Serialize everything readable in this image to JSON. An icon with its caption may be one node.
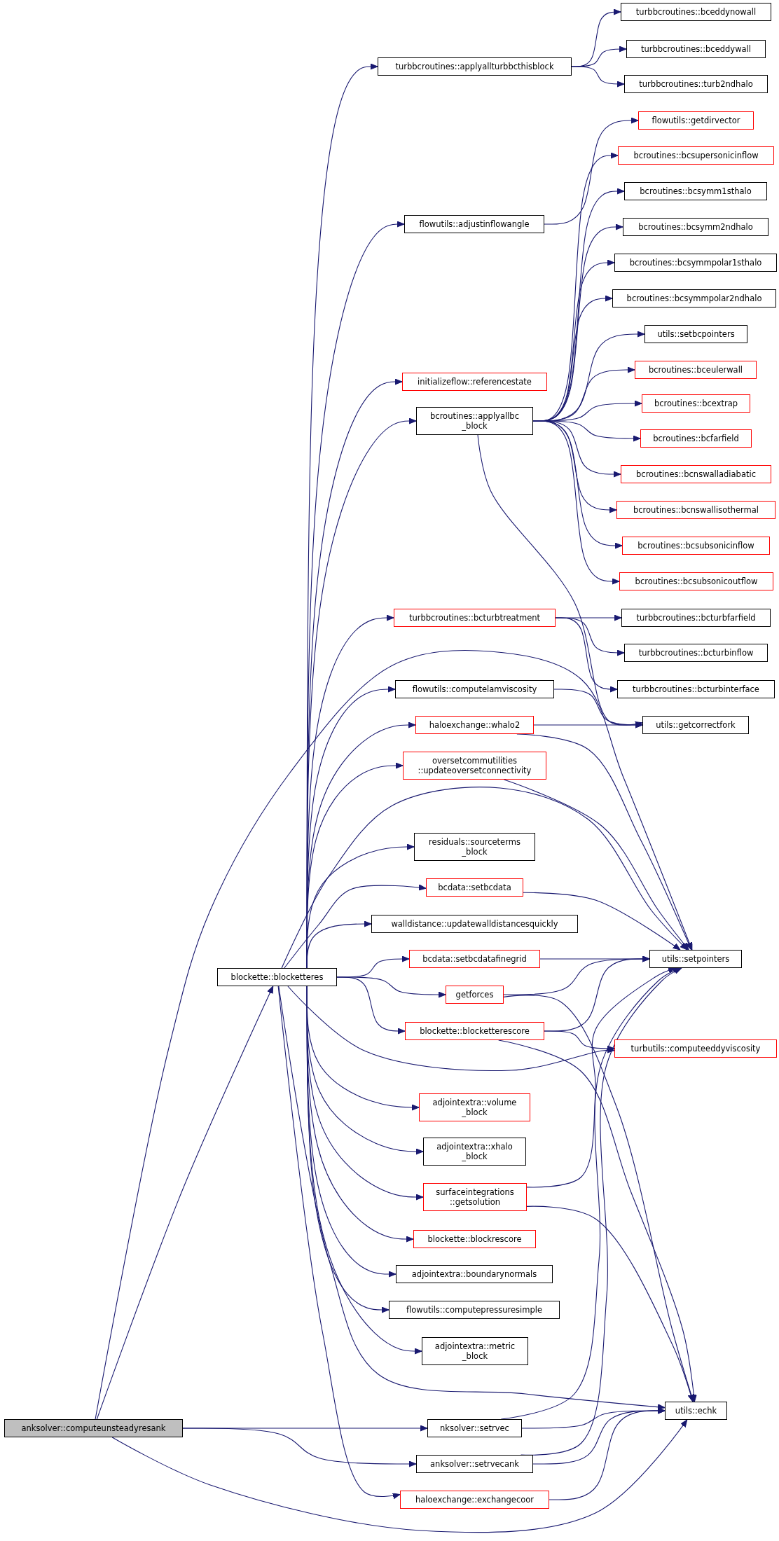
{
  "diagram": {
    "nodes": [
      {
        "text": [
          "anksolver::computeunsteadyresank"
        ]
      },
      {
        "text": [
          "blockette::blocketteres"
        ]
      },
      {
        "text": [
          "turbbcroutines::applyallturbbcthisblock"
        ]
      },
      {
        "text": [
          "turbbcroutines::bceddynowall"
        ]
      },
      {
        "text": [
          "turbbcroutines::bceddywall"
        ]
      },
      {
        "text": [
          "turbbcroutines::turb2ndhalo"
        ]
      },
      {
        "text": [
          "flowutils::adjustinflowangle"
        ]
      },
      {
        "text": [
          "flowutils::getdirvector"
        ]
      },
      {
        "text": [
          "initializeflow::referencestate"
        ]
      },
      {
        "text": [
          "bcroutines::applyallbc _block"
        ]
      },
      {
        "text": [
          "bcroutines::bcsupersonicinflow"
        ]
      },
      {
        "text": [
          "bcroutines::bcsymm1sthalo"
        ]
      },
      {
        "text": [
          "bcroutines::bcsymm2ndhalo"
        ]
      },
      {
        "text": [
          "bcroutines::bcsymmpolar1sthalo"
        ]
      },
      {
        "text": [
          "bcroutines::bcsymmpolar2ndhalo"
        ]
      },
      {
        "text": [
          "utils::setbcpointers"
        ]
      },
      {
        "text": [
          "bcroutines::bceulerwall"
        ]
      },
      {
        "text": [
          "bcroutines::bcextrap"
        ]
      },
      {
        "text": [
          "bcroutines::bcfarfield"
        ]
      },
      {
        "text": [
          "bcroutines::bcnswalladiabatic"
        ]
      },
      {
        "text": [
          "bcroutines::bcnswallisothermal"
        ]
      },
      {
        "text": [
          "bcroutines::bcsubsonicinflow"
        ]
      },
      {
        "text": [
          "bcroutines::bcsubsonicoutflow"
        ]
      },
      {
        "text": [
          "turbbcroutines::bcturbtreatment"
        ]
      },
      {
        "text": [
          "turbbcroutines::bcturbfarfield"
        ]
      },
      {
        "text": [
          "turbbcroutines::bcturbinflow"
        ]
      },
      {
        "text": [
          "turbbcroutines::bcturbinterface"
        ]
      },
      {
        "text": [
          "flowutils::computelamviscosity"
        ]
      },
      {
        "text": [
          "utils::getcorrectfork"
        ]
      },
      {
        "text": [
          "haloexchange::whalo2"
        ]
      },
      {
        "text": [
          "oversetcommutilities ::updateoversetconnectivity"
        ]
      },
      {
        "text": [
          "residuals::sourceterms _block"
        ]
      },
      {
        "text": [
          "bcdata::setbcdata"
        ]
      },
      {
        "text": [
          "walldistance::updatewalldistancesquickly"
        ]
      },
      {
        "text": [
          "bcdata::setbcdatafinegrid"
        ]
      },
      {
        "text": [
          "utils::setpointers"
        ]
      },
      {
        "text": [
          "getforces"
        ]
      },
      {
        "text": [
          "blockette::blocketterescore"
        ]
      },
      {
        "text": [
          "turbutils::computeeddyviscosity"
        ]
      },
      {
        "text": [
          "adjointextra::volume _block"
        ]
      },
      {
        "text": [
          "adjointextra::xhalo _block"
        ]
      },
      {
        "text": [
          "surfaceintegrations ::getsolution"
        ]
      },
      {
        "text": [
          "blockette::blockrescore"
        ]
      },
      {
        "text": [
          "adjointextra::boundarynormals"
        ]
      },
      {
        "text": [
          "flowutils::computepressuresimple"
        ]
      },
      {
        "text": [
          "adjointextra::metric _block"
        ]
      },
      {
        "text": [
          "utils::echk"
        ]
      },
      {
        "text": [
          "nksolver::setrvec"
        ]
      },
      {
        "text": [
          "anksolver::setrvecank"
        ]
      },
      {
        "text": [
          "haloexchange::exchangecoor"
        ]
      }
    ],
    "edges": [
      {
        "from": 0,
        "to": 1,
        "arrow": "to"
      },
      {
        "from": 0,
        "to": 35,
        "arrow": "to"
      },
      {
        "from": 0,
        "to": 47,
        "arrow": "to"
      },
      {
        "from": 0,
        "to": 48,
        "arrow": "to"
      },
      {
        "from": 0,
        "to": 46,
        "arrow": "to"
      },
      {
        "from": 1,
        "to": 2,
        "arrow": "to"
      },
      {
        "from": 1,
        "to": 6,
        "arrow": "to"
      },
      {
        "from": 1,
        "to": 8,
        "arrow": "to"
      },
      {
        "from": 1,
        "to": 9,
        "arrow": "to"
      },
      {
        "from": 1,
        "to": 23,
        "arrow": "to"
      },
      {
        "from": 1,
        "to": 35,
        "arrow": "to"
      },
      {
        "from": 1,
        "to": 27,
        "arrow": "to"
      },
      {
        "from": 1,
        "to": 29,
        "arrow": "to"
      },
      {
        "from": 1,
        "to": 30,
        "arrow": "to"
      },
      {
        "from": 1,
        "to": 31,
        "arrow": "to"
      },
      {
        "from": 1,
        "to": 32,
        "arrow": "to"
      },
      {
        "from": 1,
        "to": 33,
        "arrow": "to"
      },
      {
        "from": 1,
        "to": 34,
        "arrow": "to"
      },
      {
        "from": 1,
        "to": 36,
        "arrow": "to"
      },
      {
        "from": 1,
        "to": 37,
        "arrow": "to"
      },
      {
        "from": 1,
        "to": 38,
        "arrow": "to"
      },
      {
        "from": 1,
        "to": 39,
        "arrow": "to"
      },
      {
        "from": 1,
        "to": 40,
        "arrow": "to"
      },
      {
        "from": 1,
        "to": 41,
        "arrow": "to"
      },
      {
        "from": 1,
        "to": 42,
        "arrow": "to"
      },
      {
        "from": 1,
        "to": 43,
        "arrow": "to"
      },
      {
        "from": 1,
        "to": 44,
        "arrow": "to"
      },
      {
        "from": 1,
        "to": 45,
        "arrow": "to"
      },
      {
        "from": 1,
        "to": 46,
        "arrow": "to"
      },
      {
        "from": 1,
        "to": 49,
        "arrow": "to"
      },
      {
        "from": 2,
        "to": 3,
        "arrow": "to"
      },
      {
        "from": 2,
        "to": 4,
        "arrow": "to"
      },
      {
        "from": 2,
        "to": 5,
        "arrow": "to"
      },
      {
        "from": 6,
        "to": 7,
        "arrow": "to"
      },
      {
        "from": 9,
        "to": 10,
        "arrow": "to"
      },
      {
        "from": 9,
        "to": 11,
        "arrow": "to"
      },
      {
        "from": 9,
        "to": 12,
        "arrow": "to"
      },
      {
        "from": 9,
        "to": 13,
        "arrow": "to"
      },
      {
        "from": 9,
        "to": 14,
        "arrow": "to"
      },
      {
        "from": 9,
        "to": 15,
        "arrow": "to"
      },
      {
        "from": 9,
        "to": 16,
        "arrow": "to"
      },
      {
        "from": 9,
        "to": 17,
        "arrow": "to"
      },
      {
        "from": 9,
        "to": 18,
        "arrow": "to"
      },
      {
        "from": 9,
        "to": 19,
        "arrow": "to"
      },
      {
        "from": 9,
        "to": 20,
        "arrow": "to"
      },
      {
        "from": 9,
        "to": 21,
        "arrow": "to"
      },
      {
        "from": 9,
        "to": 22,
        "arrow": "to"
      },
      {
        "from": 9,
        "to": 28,
        "arrow": "to"
      },
      {
        "from": 23,
        "to": 24,
        "arrow": "to"
      },
      {
        "from": 23,
        "to": 25,
        "arrow": "to"
      },
      {
        "from": 23,
        "to": 26,
        "arrow": "to"
      },
      {
        "from": 27,
        "to": 28,
        "arrow": "to"
      },
      {
        "from": 29,
        "to": 28,
        "arrow": "to"
      },
      {
        "from": 29,
        "to": 35,
        "arrow": "to"
      },
      {
        "from": 30,
        "to": 35,
        "arrow": "to"
      },
      {
        "from": 32,
        "to": 35,
        "arrow": "to"
      },
      {
        "from": 34,
        "to": 35,
        "arrow": "to"
      },
      {
        "from": 36,
        "to": 35,
        "arrow": "to"
      },
      {
        "from": 36,
        "to": 46,
        "arrow": "to"
      },
      {
        "from": 37,
        "to": 35,
        "arrow": "to"
      },
      {
        "from": 37,
        "to": 38,
        "arrow": "to"
      },
      {
        "from": 37,
        "to": 46,
        "arrow": "to"
      },
      {
        "from": 41,
        "to": 35,
        "arrow": "to"
      },
      {
        "from": 41,
        "to": 46,
        "arrow": "to"
      },
      {
        "from": 47,
        "to": 35,
        "arrow": "to"
      },
      {
        "from": 47,
        "to": 46,
        "arrow": "to"
      },
      {
        "from": 48,
        "to": 35,
        "arrow": "to"
      },
      {
        "from": 48,
        "to": 46,
        "arrow": "to"
      },
      {
        "from": 49,
        "to": 46,
        "arrow": "to"
      }
    ]
  }
}
